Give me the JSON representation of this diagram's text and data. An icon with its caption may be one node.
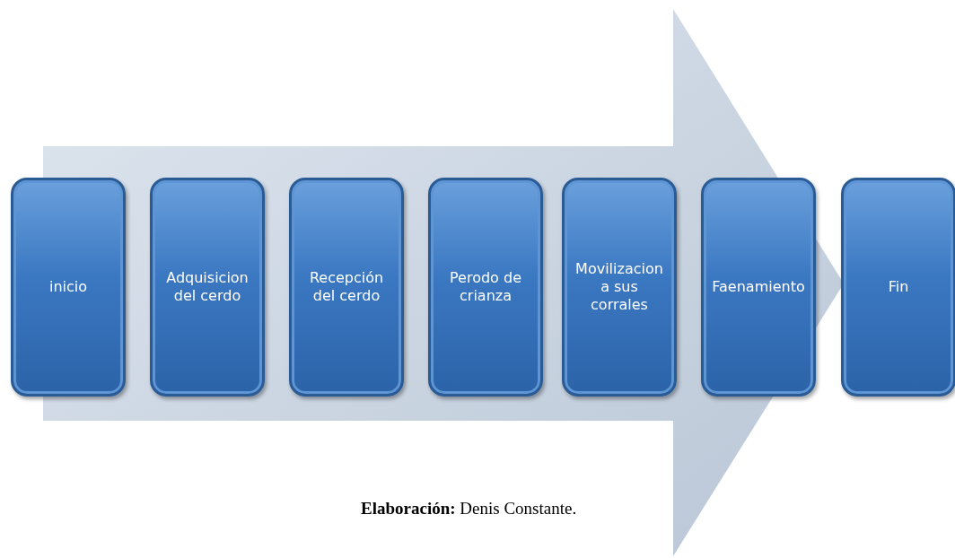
{
  "diagram": {
    "nodes": [
      {
        "text": [
          "inicio"
        ]
      },
      {
        "text": [
          "Adquisicion del cerdo"
        ]
      },
      {
        "text": [
          "Recepción del cerdo"
        ]
      },
      {
        "text": [
          "Perodo de crianza"
        ]
      },
      {
        "text": [
          "Movilizacion a sus corrales"
        ]
      },
      {
        "text": [
          "Faenamiento"
        ]
      },
      {
        "text": [
          "Fin"
        ]
      }
    ],
    "edges": [
      {
        "from": 0,
        "to": 6,
        "arrow": "to",
        "style": "thick"
      }
    ],
    "labels": [
      "**Elaboración:** Denis Constante."
    ]
  }
}
